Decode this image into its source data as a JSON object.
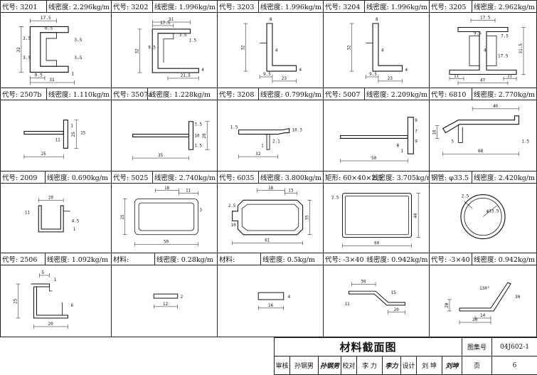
{
  "cells": [
    {
      "h1": "代号: 3201",
      "h2": "线密度: 2.296kg/m",
      "dims": [
        "17.5",
        "6.5",
        "3.5",
        "3.5",
        "32",
        "3.5",
        "3.5",
        "9.5",
        "31",
        "1"
      ]
    },
    {
      "h1": "代号: 3202",
      "h2": "线密度: 1.996kg/m",
      "dims": [
        "31",
        "17.5",
        "3.5",
        "9.5",
        "32",
        "1.5",
        "21.5",
        "4"
      ]
    },
    {
      "h1": "代号: 3203",
      "h2": "线密度: 1.996kg/m",
      "dims": [
        "8",
        "4",
        "32",
        "9.5",
        "23",
        "4"
      ]
    },
    {
      "h1": "代号: 3204",
      "h2": "线密度: 1.996kg/m",
      "dims": [
        "8",
        "4",
        "32",
        "9.5",
        "23",
        "4"
      ]
    },
    {
      "h1": "代号: 3205",
      "h2": "线密度: 2.962kg/m",
      "dims": [
        "17.5",
        "9.5",
        "7.5",
        "4",
        "17.5",
        "31.5",
        "11",
        "47",
        "11"
      ]
    },
    {
      "h1": "代号: 2507b",
      "h2": "线密度: 1.110kg/m",
      "dims": [
        "25",
        "1",
        "11",
        "15",
        "25"
      ]
    },
    {
      "h1": "代号: 3507a",
      "h2": "线密度: 1.228kg/m",
      "dims": [
        "3.5",
        "10",
        "35",
        "20",
        "1.5"
      ]
    },
    {
      "h1": "代号: 3208",
      "h2": "线密度: 0.799kg/m",
      "dims": [
        "1.5",
        "10.3",
        "2.1",
        "1",
        "32"
      ]
    },
    {
      "h1": "代号: 5007",
      "h2": "线密度: 2.209kg/m",
      "dims": [
        "9",
        "7",
        "9",
        "8",
        "50",
        "1"
      ]
    },
    {
      "h1": "代号: 6810",
      "h2": "线密度: 2.770kg/m",
      "dims": [
        "40",
        "10",
        "5",
        "1.5",
        "68"
      ]
    },
    {
      "h1": "代号: 2009",
      "h2": "线密度: 0.690kg/m",
      "dims": [
        "20",
        "11",
        "4.5",
        "1"
      ]
    },
    {
      "h1": "代号: 5025",
      "h2": "线密度: 2.740kg/m",
      "dims": [
        "18",
        "11",
        "25",
        "3",
        "50"
      ]
    },
    {
      "h1": "代号: 6035",
      "h2": "线密度: 3.800kg/m",
      "dims": [
        "18",
        "13",
        "2.5",
        "35",
        "10",
        "61"
      ]
    },
    {
      "h1": "矩形: 60×40×2.5",
      "h2": "线密度: 3.705kg/m",
      "dims": [
        "2.5",
        "40",
        "60"
      ]
    },
    {
      "h1": "钢管: φ33.5",
      "h2": "线密度: 2.420kg/m",
      "dims": [
        "2.5",
        "φ33.5"
      ]
    },
    {
      "h1": "代号: 2506",
      "h2": "线密度: 1.092kg/m",
      "dims": [
        "5",
        "1",
        "25",
        "6",
        "20"
      ]
    },
    {
      "h1": "材料:",
      "h2": "线密度: 0.28kg/m",
      "dims": [
        "2",
        "12"
      ]
    },
    {
      "h1": "材料:",
      "h2": "线密度: 0.5kg/m",
      "dims": [
        "4",
        "16"
      ]
    },
    {
      "h1": "代号: -3×40",
      "h2": "线密度: 0.942kg/m",
      "dims": [
        "30",
        "15",
        "11",
        "20"
      ]
    },
    {
      "h1": "代号: -3×40",
      "h2": "线密度: 0.942kg/m",
      "dims": [
        "130°",
        "20",
        "30",
        "14",
        "20"
      ]
    }
  ],
  "titleblock": {
    "title": "材料截面图",
    "atlas_label": "图集号",
    "atlas_no": "04J602-1",
    "review_label": "审核",
    "review_name": "孙钢男",
    "review_sig": "孙钢男",
    "check_label": "校对",
    "check_name": "李 力",
    "check_sig": "李力",
    "design_label": "设计",
    "design_name": "刘 坤",
    "design_sig": "刘坤",
    "page_label": "页",
    "page_no": "6"
  }
}
